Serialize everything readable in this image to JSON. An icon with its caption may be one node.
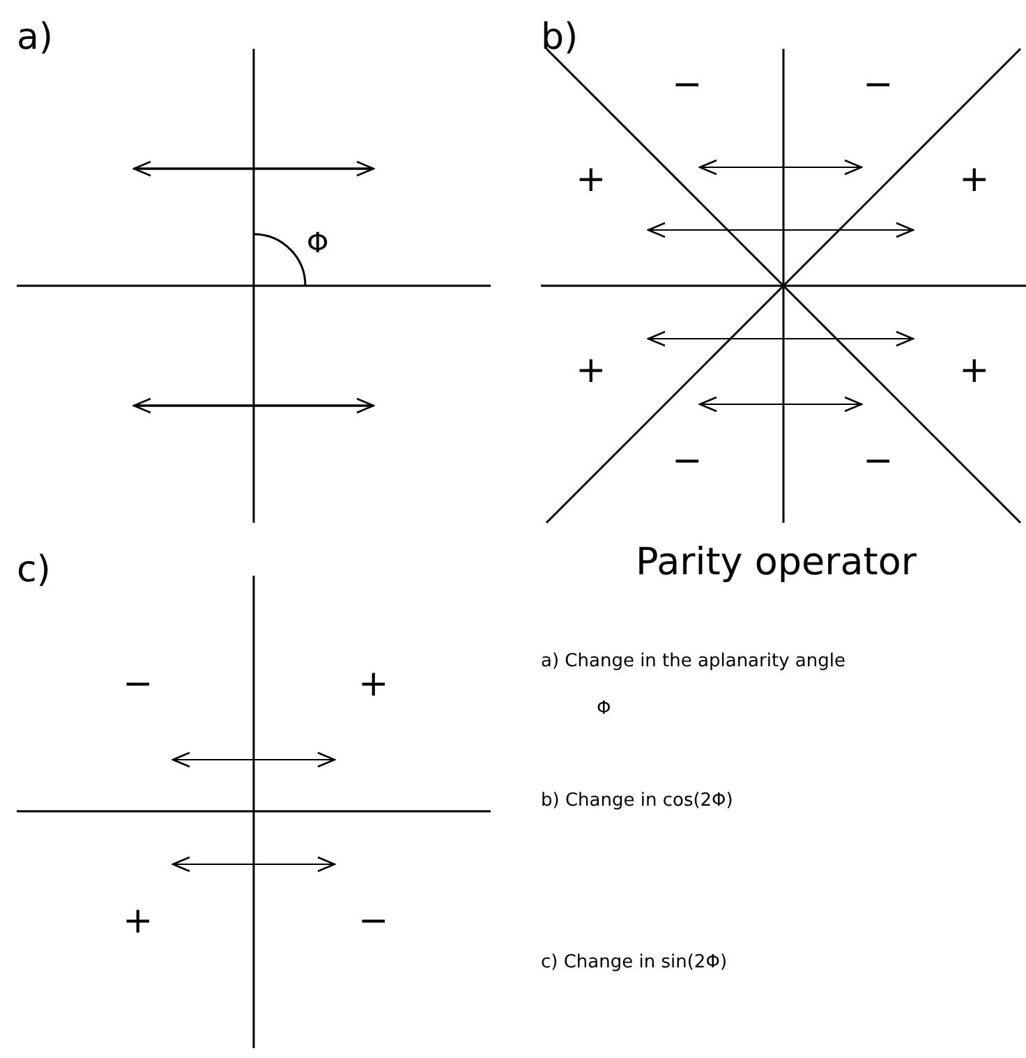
{
  "diagram": {
    "title": "Parity operator",
    "labels": [
      "a)",
      "b)",
      "−",
      "−",
      "+",
      "+",
      "Φ",
      "+",
      "+",
      "−",
      "−",
      "c)",
      "−",
      "+",
      "a) Change in the aplanarity angle Φ",
      "b) Change in cos(2Φ)",
      "+",
      "−",
      "c) Change in sin(2Φ)"
    ]
  }
}
